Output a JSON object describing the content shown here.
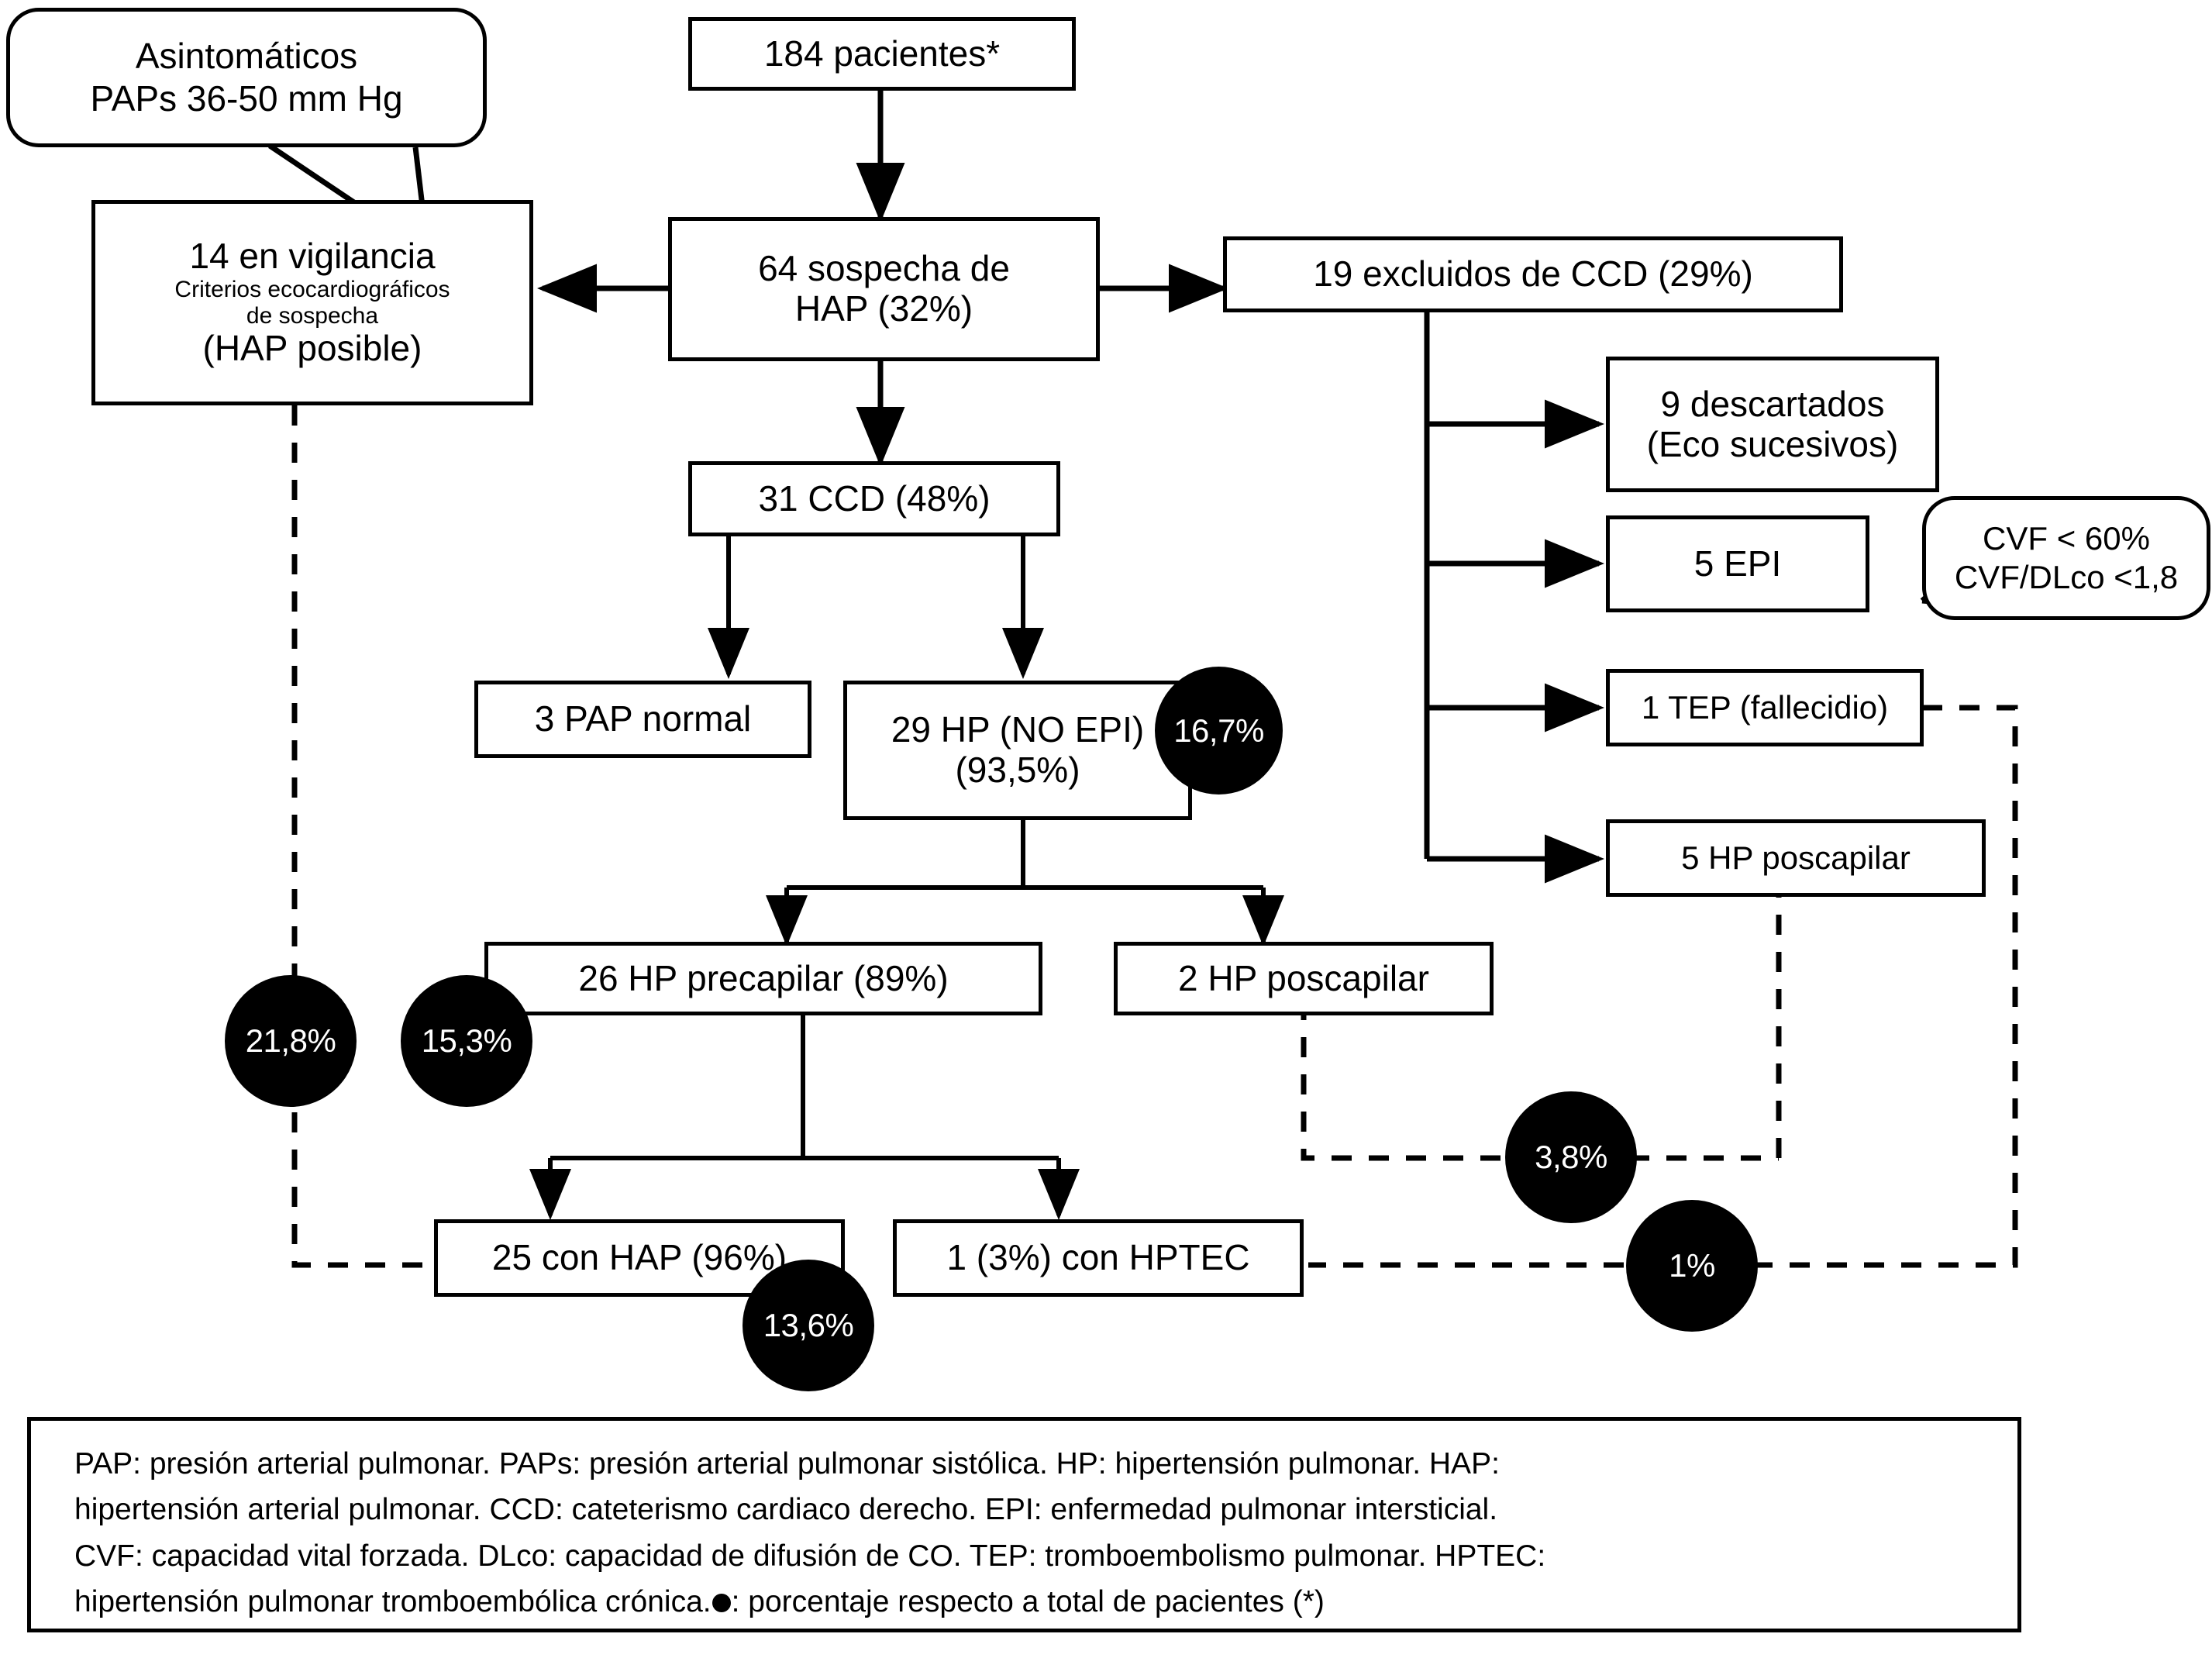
{
  "diagram": {
    "title_note": "Flujograma de cribado de hipertension arterial pulmonar",
    "nodes": {
      "total": {
        "line1": "184 pacientes*"
      },
      "sospecha": {
        "line1": "64 sospecha de",
        "line2": "HAP (32%)"
      },
      "vigilancia": {
        "line1": "14 en vigilancia",
        "line2": "Criterios ecocardiográficos",
        "line3": "de sospecha",
        "line4": "(HAP posible)"
      },
      "excluidos": {
        "line1": "19 excluidos de CCD (29%)"
      },
      "descartados": {
        "line1": "9 descartados",
        "line2": "(Eco sucesivos)"
      },
      "epi": {
        "line1": "5 EPI"
      },
      "tep": {
        "line1": "1 TEP (fallecidio)"
      },
      "hp_pos_right": {
        "line1": "5 HP poscapilar"
      },
      "ccd": {
        "line1": "31 CCD (48%)"
      },
      "pap_normal": {
        "line1": "3 PAP normal"
      },
      "hp_no_epi": {
        "line1": "29 HP (NO EPI)",
        "line2": "(93,5%)"
      },
      "precapilar": {
        "line1": "26 HP precapilar (89%)"
      },
      "poscapilar": {
        "line1": "2 HP poscapilar"
      },
      "hap25": {
        "line1": "25 con HAP (96%)"
      },
      "hptec": {
        "line1": "1 (3%) con HPTEC"
      }
    },
    "callouts": {
      "asintomaticos": {
        "line1": "Asintomáticos",
        "line2": "PAPs 36-50 mm Hg"
      },
      "cvf": {
        "line1": "CVF < 60%",
        "line2": "CVF/DLco <1,8"
      }
    },
    "percent_badges": {
      "hp_no_epi": "16,7%",
      "vigilancia": "21,8%",
      "precapilar": "15,3%",
      "poscapilar": "3,8%",
      "hptec": "1%",
      "hap25": "13,6%"
    },
    "legend": {
      "line1": "PAP: presión arterial pulmonar. PAPs: presión arterial pulmonar sistólica. HP: hipertensión pulmonar. HAP:",
      "line2": "hipertensión arterial pulmonar. CCD: cateterismo cardiaco derecho. EPI: enfermedad pulmonar intersticial.",
      "line3": "CVF: capacidad vital forzada. DLco: capacidad de difusión de CO. TEP: tromboembolismo pulmonar. HPTEC:",
      "line4_a": "hipertensión pulmonar tromboembólica crónica.",
      "line4_b": ": porcentaje respecto a total de pacientes (*)"
    },
    "colors": {
      "stroke": "#000000",
      "fill": "#ffffff",
      "badge": "#000000",
      "badge_text": "#ffffff"
    }
  },
  "chart_data": {
    "type": "diagram",
    "flow": [
      {
        "id": "total",
        "label": "184 pacientes*",
        "n": 184
      },
      {
        "id": "sospecha",
        "label": "64 sospecha de HAP (32%)",
        "n": 64,
        "pct_of_parent": 32
      },
      {
        "id": "vigilancia",
        "label": "14 en vigilancia",
        "n": 14,
        "pct_of_total": "21,8%"
      },
      {
        "id": "excluidos",
        "label": "19 excluidos de CCD (29%)",
        "n": 19,
        "pct_of_parent": 29
      },
      {
        "id": "descartados",
        "label": "9 descartados (Eco sucesivos)",
        "n": 9
      },
      {
        "id": "epi",
        "label": "5 EPI",
        "n": 5
      },
      {
        "id": "tep",
        "label": "1 TEP (fallecidio)",
        "n": 1,
        "pct_of_total": "1%"
      },
      {
        "id": "hp_pos_right",
        "label": "5 HP poscapilar",
        "n": 5
      },
      {
        "id": "ccd",
        "label": "31 CCD (48%)",
        "n": 31,
        "pct_of_parent": 48
      },
      {
        "id": "pap_normal",
        "label": "3 PAP normal",
        "n": 3
      },
      {
        "id": "hp_no_epi",
        "label": "29 HP (NO EPI) (93,5%)",
        "n": 29,
        "pct_of_parent": 93.5,
        "pct_of_total": "16,7%"
      },
      {
        "id": "precapilar",
        "label": "26 HP precapilar (89%)",
        "n": 26,
        "pct_of_parent": 89,
        "pct_of_total": "15,3%"
      },
      {
        "id": "poscapilar",
        "label": "2 HP poscapilar",
        "n": 2,
        "pct_of_total": "3,8%"
      },
      {
        "id": "hap25",
        "label": "25 con HAP (96%)",
        "n": 25,
        "pct_of_parent": 96,
        "pct_of_total": "13,6%"
      },
      {
        "id": "hptec",
        "label": "1 (3%) con HPTEC",
        "n": 1,
        "pct_of_parent": 3
      }
    ],
    "edges": [
      [
        "total",
        "sospecha"
      ],
      [
        "sospecha",
        "vigilancia"
      ],
      [
        "sospecha",
        "excluidos"
      ],
      [
        "sospecha",
        "ccd"
      ],
      [
        "excluidos",
        "descartados"
      ],
      [
        "excluidos",
        "epi"
      ],
      [
        "excluidos",
        "tep"
      ],
      [
        "excluidos",
        "hp_pos_right"
      ],
      [
        "ccd",
        "pap_normal"
      ],
      [
        "ccd",
        "hp_no_epi"
      ],
      [
        "hp_no_epi",
        "precapilar"
      ],
      [
        "hp_no_epi",
        "poscapilar"
      ],
      [
        "precapilar",
        "hap25"
      ],
      [
        "precapilar",
        "hptec"
      ]
    ]
  }
}
